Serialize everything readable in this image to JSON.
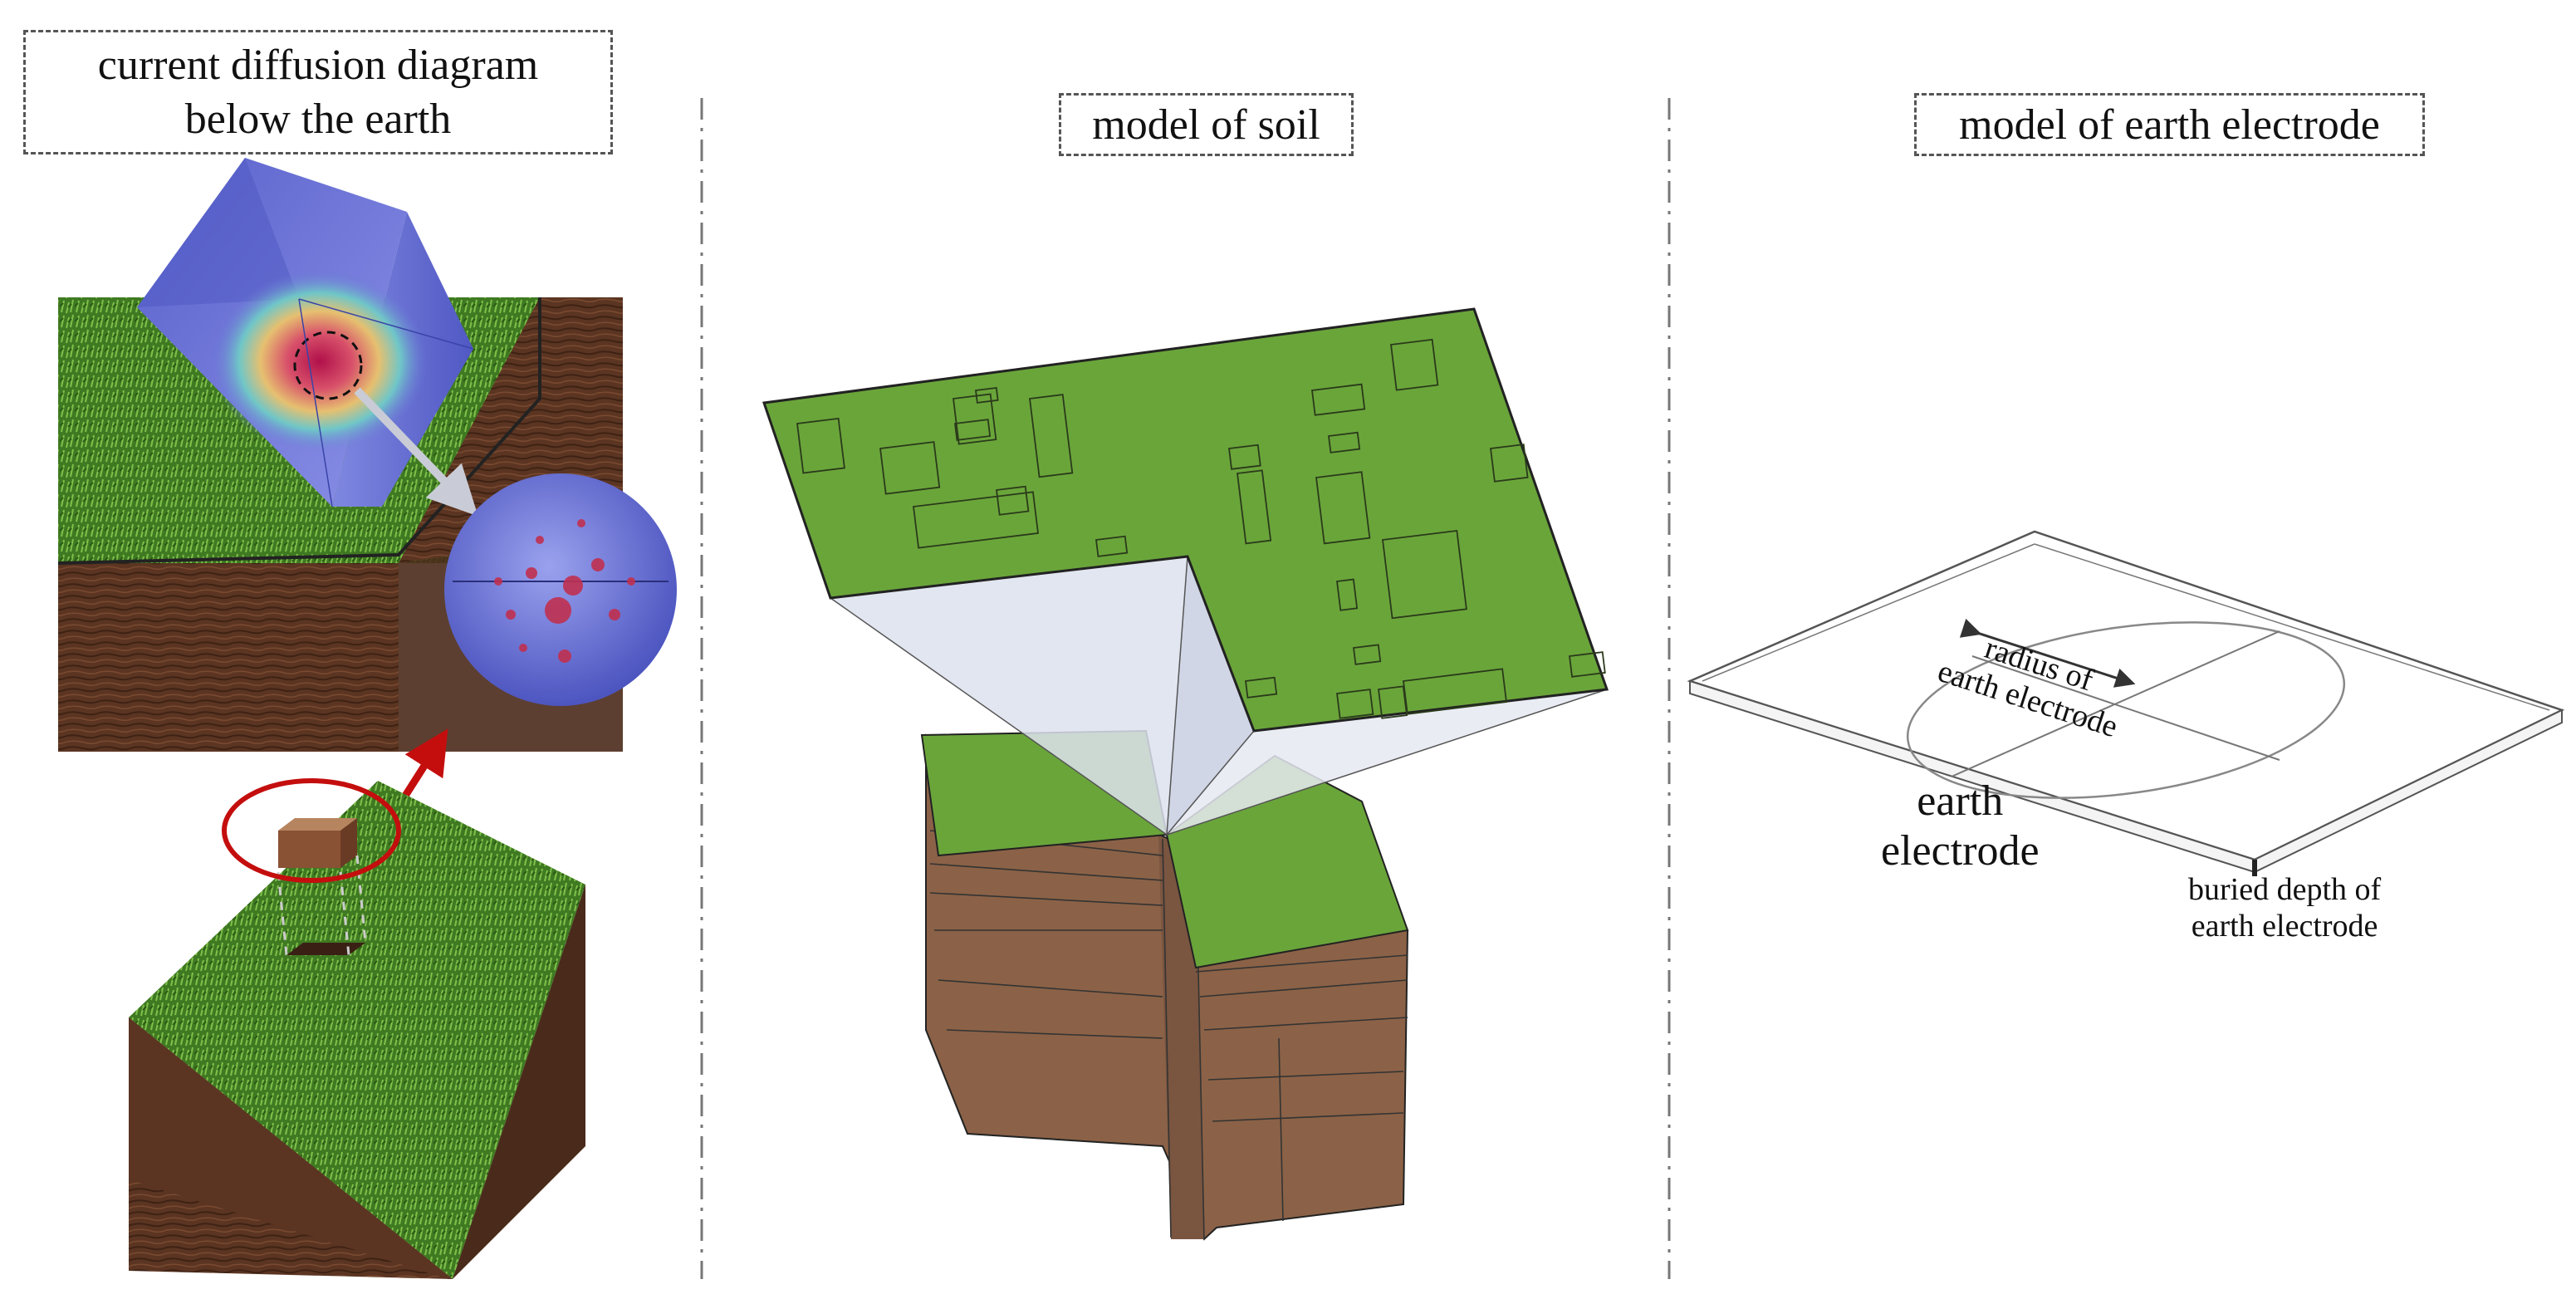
{
  "panels": [
    {
      "title": "current diffusion diagram below the earth"
    },
    {
      "title": "model of soil"
    },
    {
      "title": "model of earth electrode"
    }
  ],
  "labels": {
    "radius": [
      "radius of",
      "earth electrode"
    ],
    "electrode": [
      "earth",
      "electrode"
    ],
    "depth": [
      "buried depth of",
      "earth electrode"
    ]
  },
  "colors": {
    "grass": "#4f8a2a",
    "soil_model_green": "#6aa53a",
    "soil_brown": "#5a3420",
    "soil_model_brown": "#8b6247",
    "cube_blue": "#6f78d8",
    "hot_red": "#c8204a",
    "arrow_red": "#c40e0e",
    "divider": "#777777"
  }
}
